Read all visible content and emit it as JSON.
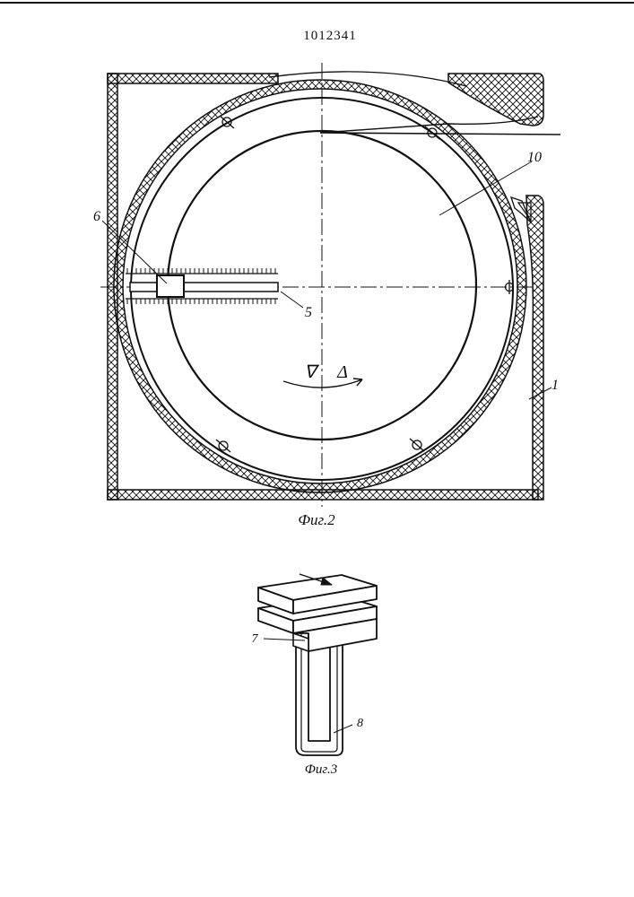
{
  "document": {
    "number": "1012341"
  },
  "figure2": {
    "caption": "Фиг.2",
    "callouts": {
      "housing": "1",
      "slot": "5",
      "slider": "6",
      "disc": "10"
    },
    "symbols": {
      "lower": "∇",
      "raise": "Δ"
    }
  },
  "figure3": {
    "caption": "Фиг.3",
    "callouts": {
      "block": "7",
      "heater": "8"
    }
  },
  "colors": {
    "ink": "#111111",
    "paper": "#ffffff"
  }
}
